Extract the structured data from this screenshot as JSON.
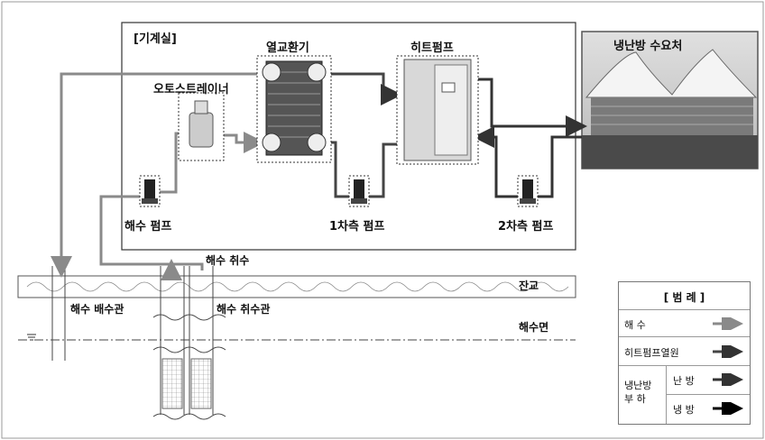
{
  "labels": {
    "machine_room": "[기계실]",
    "heat_exchanger": "열교환기",
    "heat_pump": "히트펌프",
    "demand": "냉난방 수요처",
    "strainer": "오토스트레이너",
    "seawater_pump": "해수 펌프",
    "primary_pump": "1차측 펌프",
    "secondary_pump": "2차측 펌프",
    "intake": "해수 취수",
    "pier": "잔교",
    "discharge_pipe": "해수 배수관",
    "intake_pipe": "해수 취수관",
    "sea_level": "해수면"
  },
  "legend": {
    "title": "[ 범 례 ]",
    "seawater": "해       수",
    "heat_source": "히트펌프열원",
    "load_group": "냉난방\n부   하",
    "heating": "난 방",
    "cooling": "냉 방"
  },
  "colors": {
    "seawater_line": "#8a8a8a",
    "heat_source_line": "#444444",
    "heating_line": "#333333",
    "cooling_line": "#000000"
  }
}
